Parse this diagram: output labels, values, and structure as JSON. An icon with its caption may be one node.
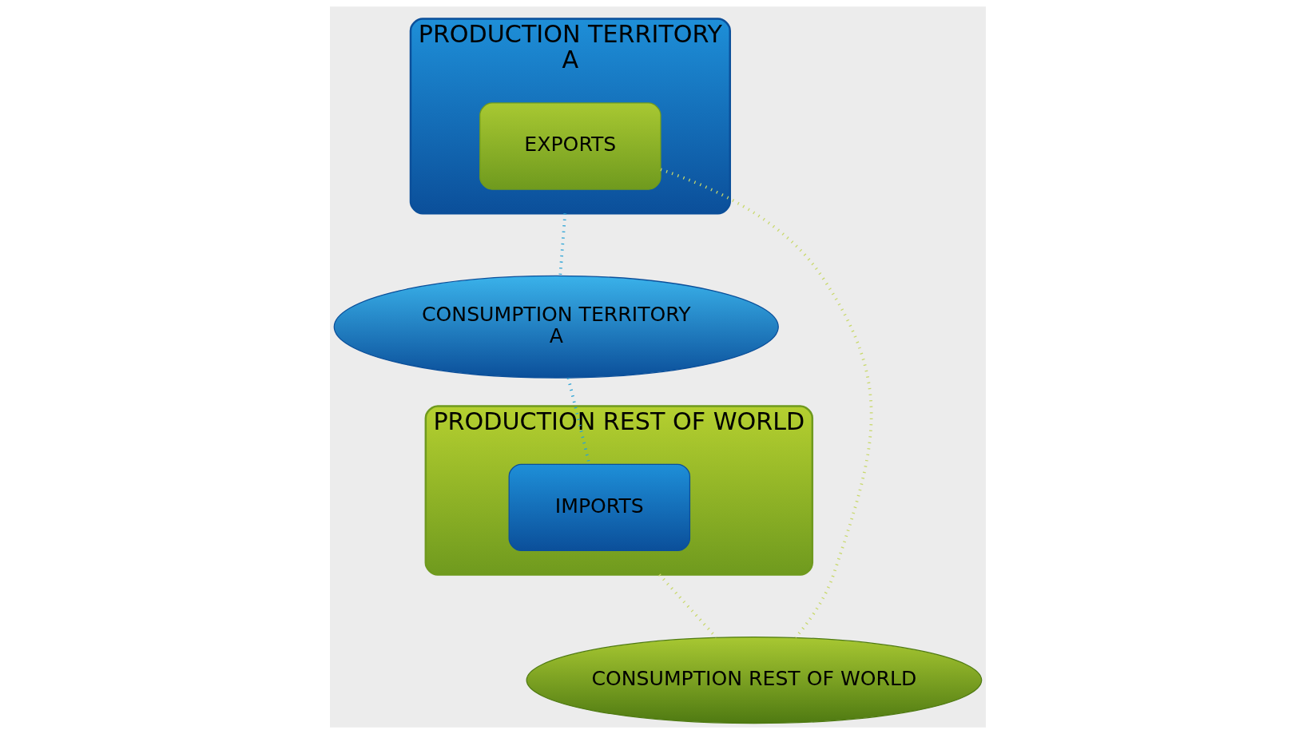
{
  "diagram": {
    "nodes": [
      {
        "text": [
          "PRODUCTION TERRITORY",
          "A"
        ]
      },
      {
        "text": [
          "EXPORTS"
        ],
        "in": 0
      },
      {
        "text": [
          "PRODUCTION REST OF WORLD"
        ]
      },
      {
        "text": [
          "IMPORTS"
        ],
        "in": 2
      },
      {
        "text": [
          "CONSUMPTION TERRITORY",
          "A"
        ]
      },
      {
        "text": [
          "CONSUMPTION REST OF WORLD"
        ]
      }
    ],
    "edges": [
      {
        "from": 0,
        "to": 4,
        "arrow": "none",
        "color": "#29a3d6"
      },
      {
        "from": 4,
        "to": 3,
        "arrow": "none",
        "color": "#29a3d6"
      },
      {
        "from": 1,
        "to": 5,
        "arrow": "none",
        "color": "#c8d86a"
      },
      {
        "from": 2,
        "to": 5,
        "arrow": "none",
        "color": "#c8d86a"
      }
    ]
  }
}
